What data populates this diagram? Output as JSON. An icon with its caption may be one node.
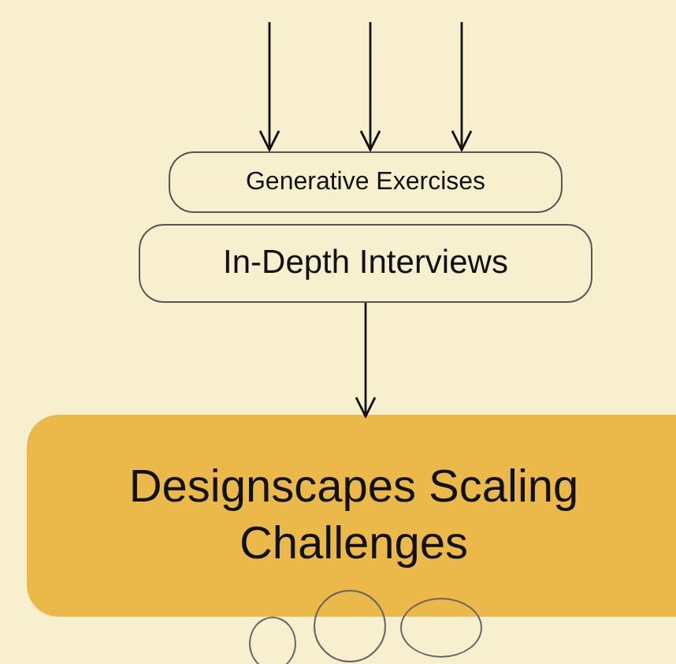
{
  "diagram": {
    "nodes": [
      {
        "text": [
          "Generative Exercises"
        ]
      },
      {
        "text": [
          "In-Depth Interviews"
        ]
      },
      {
        "text": [
          "Designscapes Scaling Challenges"
        ]
      },
      {
        "text": [],
        "shape": "circle"
      },
      {
        "text": [],
        "shape": "circle"
      },
      {
        "text": [],
        "shape": "circle"
      }
    ],
    "edges": [
      {
        "from": null,
        "to": 0,
        "arrow": "to"
      },
      {
        "from": null,
        "to": 0,
        "arrow": "to"
      },
      {
        "from": null,
        "to": 0,
        "arrow": "to"
      },
      {
        "from": 1,
        "to": 2,
        "arrow": "to"
      }
    ]
  }
}
